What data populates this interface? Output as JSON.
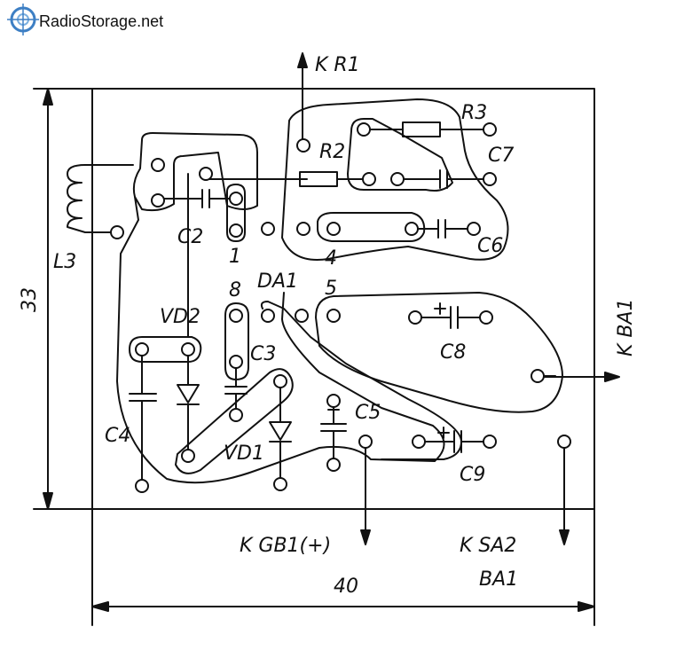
{
  "watermark": {
    "site_name": "RadioStorage.net",
    "brand_color": "#3d7fc4",
    "icon": "target-icon"
  },
  "dimensions": {
    "height_label": "33",
    "width_label": "40"
  },
  "connections": {
    "to_r1": "K R1",
    "to_ba1_right": "K BA1",
    "to_gb1": "K GB1(+)",
    "to_sa2": "K SA2",
    "to_ba1_bottom": "BA1"
  },
  "components": {
    "l3": "L3",
    "r1_area": "",
    "r2": "R2",
    "r3": "R3",
    "c2": "C2",
    "c3": "C3",
    "c4": "C4",
    "c5": "C5",
    "c6": "C6",
    "c7": "C7",
    "c8": "C8",
    "c9": "C9",
    "vd1": "VD1",
    "vd2": "VD2",
    "da1": "DA1"
  },
  "pins": {
    "pin1": "1",
    "pin4": "4",
    "pin5": "5",
    "pin8": "8"
  },
  "colors": {
    "ink": "#111111",
    "background": "#ffffff"
  }
}
